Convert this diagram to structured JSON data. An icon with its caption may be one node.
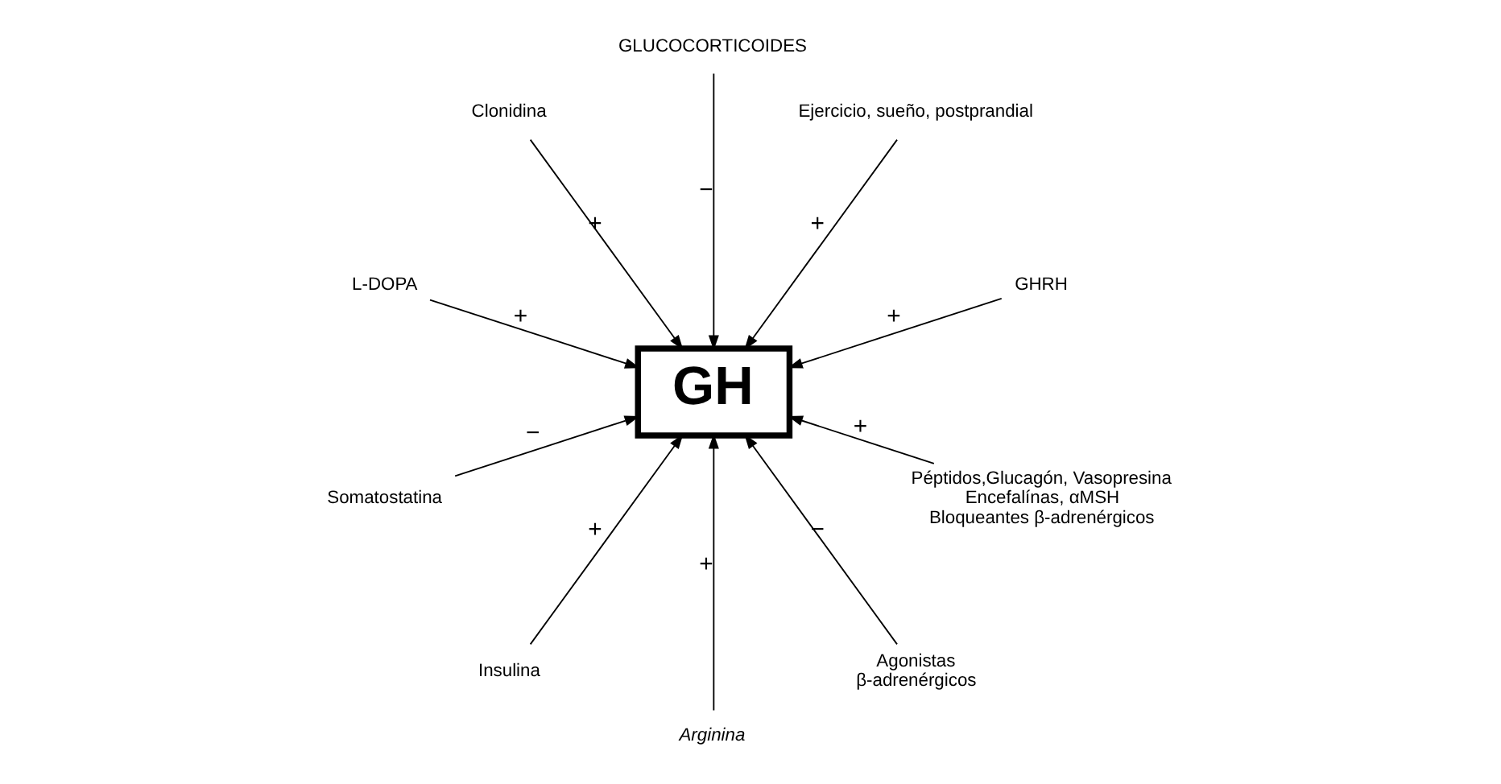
{
  "diagram": {
    "nodes": [
      {
        "text": [
          "GHRH"
        ]
      },
      {
        "text": [
          "Ejercicio, sueño, postprandial"
        ]
      },
      {
        "text": [
          "GLUCOCORTICOIDES"
        ]
      },
      {
        "text": [
          "Clonidina"
        ]
      },
      {
        "text": [
          "L-DOPA"
        ]
      },
      {
        "text": [
          "GH"
        ]
      },
      {
        "text": [
          "Somatostatina"
        ]
      },
      {
        "text": [
          "Insulina"
        ]
      },
      {
        "text": [
          "Arginina"
        ]
      },
      {
        "text": [
          "Agonistas β-adrenérgicos"
        ]
      },
      {
        "text": [
          "Péptidos,Glucagón, Vasopresina Encefalínas, αMSH Bloqueantes β-adrenérgicos"
        ]
      }
    ],
    "edges": [
      {
        "from": 0,
        "to": 5,
        "arrow": "to",
        "label": "+"
      },
      {
        "from": 2,
        "to": 5,
        "arrow": "to",
        "label": "−"
      },
      {
        "from": 6,
        "to": 5,
        "arrow": "to",
        "label": "−"
      },
      {
        "from": 9,
        "to": 5,
        "arrow": "to",
        "label": "−"
      },
      {
        "from": 1,
        "to": 5,
        "arrow": "to",
        "label": "+"
      },
      {
        "from": 3,
        "to": 5,
        "arrow": "to",
        "label": "+"
      },
      {
        "from": 4,
        "to": 5,
        "arrow": "to",
        "label": "+"
      },
      {
        "from": 7,
        "to": 5,
        "arrow": "to",
        "label": "+"
      },
      {
        "from": 8,
        "to": 5,
        "arrow": "to",
        "label": "+"
      },
      {
        "from": 10,
        "to": 5,
        "arrow": "to",
        "label": "+"
      }
    ]
  }
}
